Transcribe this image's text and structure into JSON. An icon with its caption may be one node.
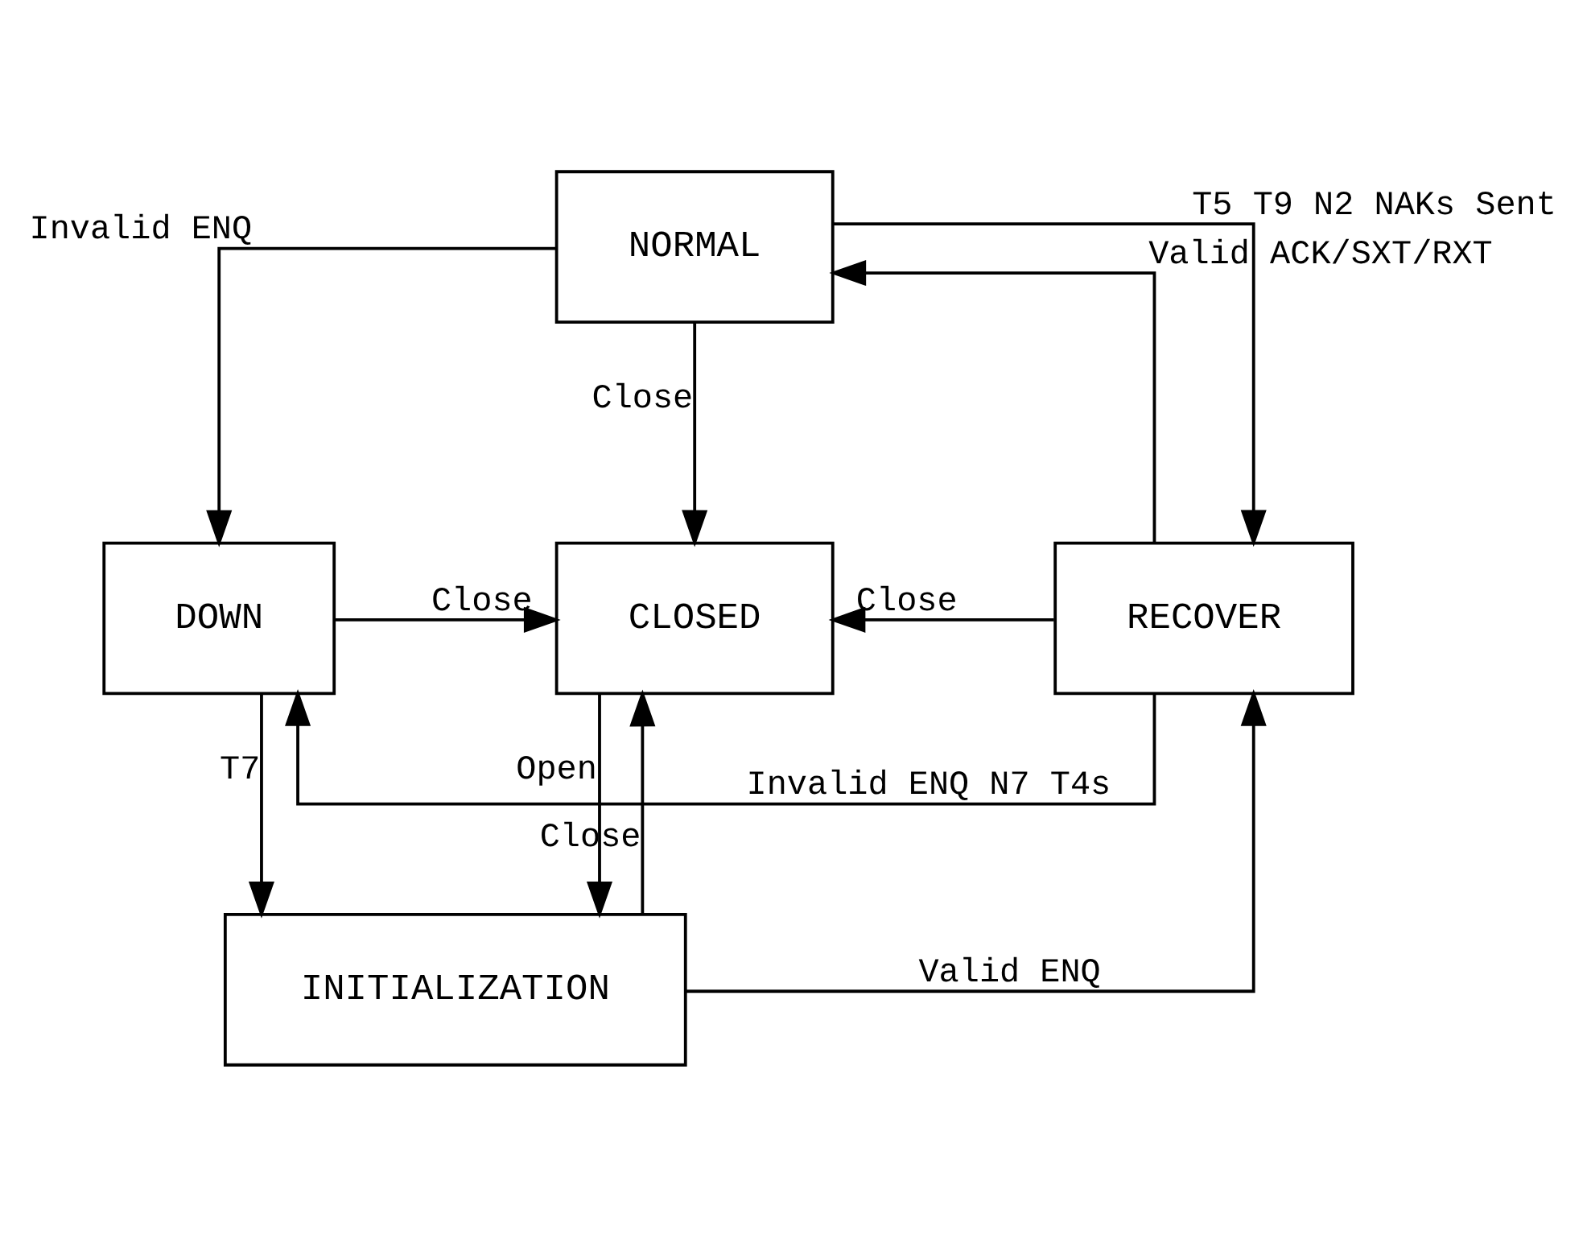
{
  "diagram": {
    "nodes": [
      {
        "text": [
          "NORMAL"
        ]
      },
      {
        "text": [
          "DOWN"
        ]
      },
      {
        "text": [
          "CLOSED"
        ]
      },
      {
        "text": [
          "RECOVER"
        ]
      },
      {
        "text": [
          "INITIALIZATION"
        ]
      }
    ],
    "edges": [
      {
        "from": 0,
        "to": 1,
        "arrow": "to",
        "label": "Invalid ENQ"
      },
      {
        "from": 0,
        "to": 2,
        "arrow": "to",
        "label": "Close"
      },
      {
        "from": 0,
        "to": 3,
        "arrow": "to",
        "label": "T5 T9 N2 NAKs Sent"
      },
      {
        "from": 3,
        "to": 0,
        "arrow": "to",
        "label": "Valid ACK/SXT/RXT"
      },
      {
        "from": 1,
        "to": 2,
        "arrow": "to",
        "label": "Close"
      },
      {
        "from": 3,
        "to": 2,
        "arrow": "to",
        "label": "Close"
      },
      {
        "from": 1,
        "to": 4,
        "arrow": "to",
        "label": "T7"
      },
      {
        "from": 2,
        "to": 4,
        "arrow": "to",
        "label": "Open"
      },
      {
        "from": 4,
        "to": 2,
        "arrow": "to",
        "label": "Close"
      },
      {
        "from": 4,
        "to": 3,
        "arrow": "to",
        "label": "Valid ENQ"
      },
      {
        "from": 3,
        "to": 1,
        "arrow": "to",
        "label": "Invalid ENQ N7 T4s"
      }
    ]
  }
}
